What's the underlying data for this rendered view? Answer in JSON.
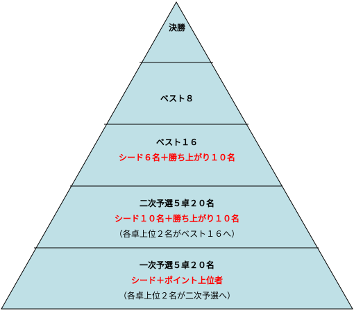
{
  "colors": {
    "fill": "#bfe0e6",
    "outline": "#000000",
    "title_text": "#000000",
    "highlight_text": "#ff0000",
    "note_text": "#000000"
  },
  "tiers": [
    {
      "title": "決勝"
    },
    {
      "title": "ベスト８"
    },
    {
      "title": "ベスト１６",
      "highlight": "シード６名＋勝ち上がり１０名"
    },
    {
      "title": "二次予選５卓２０名",
      "highlight": "シード１０名＋勝ち上がり１０名",
      "note": "（各卓上位２名がベスト１６へ）"
    },
    {
      "title": "一次予選５卓２０名",
      "highlight": "シード＋ポイント上位者",
      "note": "（各卓上位２名が二次予選へ）"
    }
  ]
}
